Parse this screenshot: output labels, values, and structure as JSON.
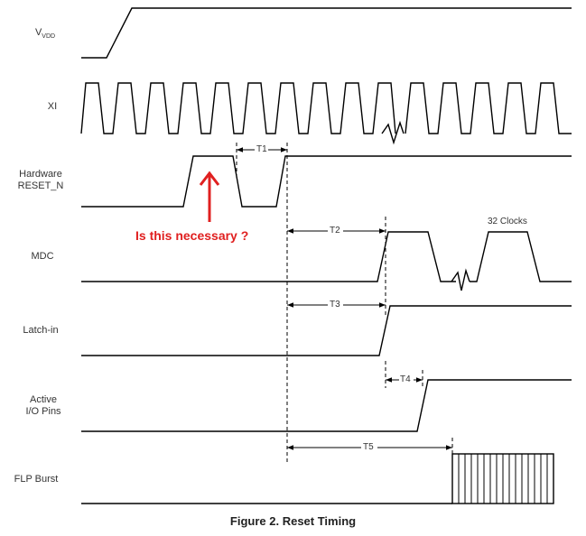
{
  "signals": {
    "vdd": {
      "label_main": "V",
      "label_sub": "VDD"
    },
    "xi": {
      "label": "XI"
    },
    "reset": {
      "label_line1": "Hardware",
      "label_line2": "RESET_N"
    },
    "mdc": {
      "label": "MDC"
    },
    "latch": {
      "label": "Latch-in"
    },
    "active": {
      "label_line1": "Active",
      "label_line2": "I/O Pins"
    },
    "flp": {
      "label": "FLP Burst"
    }
  },
  "timings": {
    "t1": "T1",
    "t2": "T2",
    "t3": "T3",
    "t4": "T4",
    "t5": "T5"
  },
  "annotations": {
    "mdc_clocks": "32 Clocks",
    "question": "Is this necessary ?"
  },
  "colors": {
    "annotation": "#e02020",
    "waveform": "#000000"
  },
  "caption": "Figure 2.  Reset Timing"
}
